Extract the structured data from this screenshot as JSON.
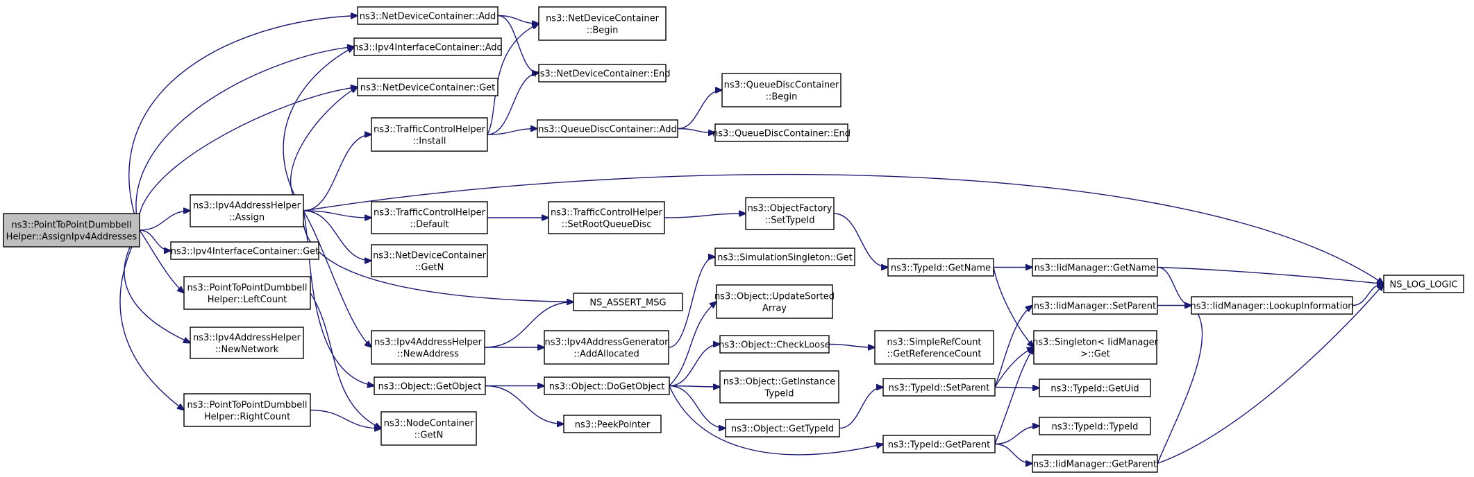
{
  "graph": {
    "title": "",
    "colors": {
      "edge": "#191970",
      "root_fill": "#bfbfbf",
      "node_fill": "#ffffff",
      "border": "#000000"
    },
    "nodes": [
      {
        "id": "root",
        "lines": [
          "ns3::PointToPointDumbbell",
          "Helper::AssignIpv4Addresses"
        ],
        "root": true
      },
      {
        "id": "ndc_add",
        "lines": [
          "ns3::NetDeviceContainer::Add"
        ]
      },
      {
        "id": "ndc_begin",
        "lines": [
          "ns3::NetDeviceContainer",
          "::Begin"
        ]
      },
      {
        "id": "ipv4ic_add",
        "lines": [
          "ns3::Ipv4InterfaceContainer::Add"
        ]
      },
      {
        "id": "ndc_end",
        "lines": [
          "ns3::NetDeviceContainer::End"
        ]
      },
      {
        "id": "ndc_get",
        "lines": [
          "ns3::NetDeviceContainer::Get"
        ]
      },
      {
        "id": "qdc_begin",
        "lines": [
          "ns3::QueueDiscContainer",
          "::Begin"
        ]
      },
      {
        "id": "tch_install",
        "lines": [
          "ns3::TrafficControlHelper",
          "::Install"
        ]
      },
      {
        "id": "qdc_add",
        "lines": [
          "ns3::QueueDiscContainer::Add"
        ]
      },
      {
        "id": "qdc_end",
        "lines": [
          "ns3::QueueDiscContainer::End"
        ]
      },
      {
        "id": "ipv4ah_assign",
        "lines": [
          "ns3::Ipv4AddressHelper",
          "::Assign"
        ]
      },
      {
        "id": "tch_default",
        "lines": [
          "ns3::TrafficControlHelper",
          "::Default"
        ]
      },
      {
        "id": "tch_setroot",
        "lines": [
          "ns3::TrafficControlHelper",
          "::SetRootQueueDisc"
        ]
      },
      {
        "id": "of_settypeid",
        "lines": [
          "ns3::ObjectFactory",
          "::SetTypeId"
        ]
      },
      {
        "id": "ipv4ic_get",
        "lines": [
          "ns3::Ipv4InterfaceContainer::Get"
        ]
      },
      {
        "id": "ndc_getn",
        "lines": [
          "ns3::NetDeviceContainer",
          "::GetN"
        ]
      },
      {
        "id": "sims_get",
        "lines": [
          "ns3::SimulationSingleton::Get"
        ]
      },
      {
        "id": "typeid_getname",
        "lines": [
          "ns3::TypeId::GetName"
        ]
      },
      {
        "id": "iidm_getname",
        "lines": [
          "ns3::IidManager::GetName"
        ]
      },
      {
        "id": "ns_log_logic",
        "lines": [
          "NS_LOG_LOGIC"
        ]
      },
      {
        "id": "ptp_leftcount",
        "lines": [
          "ns3::PointToPointDumbbell",
          "Helper::LeftCount"
        ]
      },
      {
        "id": "ns_assert_msg",
        "lines": [
          "NS_ASSERT_MSG"
        ]
      },
      {
        "id": "obj_updatesorted",
        "lines": [
          "ns3::Object::UpdateSorted",
          "Array"
        ]
      },
      {
        "id": "iidm_setparent",
        "lines": [
          "ns3::IidManager::SetParent"
        ]
      },
      {
        "id": "iidm_lookup",
        "lines": [
          "ns3::IidManager::LookupInformation"
        ]
      },
      {
        "id": "ipv4ah_newnetwork",
        "lines": [
          "ns3::Ipv4AddressHelper",
          "::NewNetwork"
        ]
      },
      {
        "id": "ipv4ah_newaddress",
        "lines": [
          "ns3::Ipv4AddressHelper",
          "::NewAddress"
        ]
      },
      {
        "id": "ipv4ag_addalloc",
        "lines": [
          "ns3::Ipv4AddressGenerator",
          "::AddAllocated"
        ]
      },
      {
        "id": "obj_checkloose",
        "lines": [
          "ns3::Object::CheckLoose"
        ]
      },
      {
        "id": "src_getrefcount",
        "lines": [
          "ns3::SimpleRefCount",
          "::GetReferenceCount"
        ]
      },
      {
        "id": "singleton_get",
        "lines": [
          "ns3::Singleton< IidManager",
          ">::Get"
        ]
      },
      {
        "id": "obj_getobject",
        "lines": [
          "ns3::Object::GetObject"
        ]
      },
      {
        "id": "obj_dogetobject",
        "lines": [
          "ns3::Object::DoGetObject"
        ]
      },
      {
        "id": "obj_getinstancetypeid",
        "lines": [
          "ns3::Object::GetInstance",
          "TypeId"
        ]
      },
      {
        "id": "typeid_setparent",
        "lines": [
          "ns3::TypeId::SetParent"
        ]
      },
      {
        "id": "typeid_getuid",
        "lines": [
          "ns3::TypeId::GetUid"
        ]
      },
      {
        "id": "ptp_rightcount",
        "lines": [
          "ns3::PointToPointDumbbell",
          "Helper::RightCount"
        ]
      },
      {
        "id": "nc_getn",
        "lines": [
          "ns3::NodeContainer",
          "::GetN"
        ]
      },
      {
        "id": "peekpointer",
        "lines": [
          "ns3::PeekPointer"
        ]
      },
      {
        "id": "obj_gettypeid",
        "lines": [
          "ns3::Object::GetTypeId"
        ]
      },
      {
        "id": "typeid_typeid",
        "lines": [
          "ns3::TypeId::TypeId"
        ]
      },
      {
        "id": "typeid_getparent",
        "lines": [
          "ns3::TypeId::GetParent"
        ]
      },
      {
        "id": "iidm_getparent",
        "lines": [
          "ns3::IidManager::GetParent"
        ]
      }
    ],
    "edges": [
      [
        "root",
        "ndc_add"
      ],
      [
        "root",
        "ipv4ic_add"
      ],
      [
        "root",
        "ndc_get"
      ],
      [
        "root",
        "ipv4ah_assign"
      ],
      [
        "root",
        "ipv4ic_get"
      ],
      [
        "root",
        "ptp_leftcount"
      ],
      [
        "root",
        "ipv4ah_newnetwork"
      ],
      [
        "root",
        "ptp_rightcount"
      ],
      [
        "ndc_add",
        "ndc_begin"
      ],
      [
        "ndc_add",
        "ndc_end"
      ],
      [
        "ipv4ah_assign",
        "ipv4ic_add"
      ],
      [
        "ipv4ah_assign",
        "ndc_get"
      ],
      [
        "ipv4ah_assign",
        "tch_install"
      ],
      [
        "ipv4ah_assign",
        "ns_log_logic"
      ],
      [
        "ipv4ah_assign",
        "tch_default"
      ],
      [
        "ipv4ah_assign",
        "ndc_getn"
      ],
      [
        "ipv4ah_assign",
        "ns_assert_msg"
      ],
      [
        "ipv4ah_assign",
        "ipv4ah_newaddress"
      ],
      [
        "ipv4ah_assign",
        "obj_getobject"
      ],
      [
        "tch_install",
        "ndc_begin"
      ],
      [
        "tch_install",
        "ndc_end"
      ],
      [
        "tch_install",
        "qdc_add"
      ],
      [
        "qdc_add",
        "qdc_begin"
      ],
      [
        "qdc_add",
        "qdc_end"
      ],
      [
        "tch_default",
        "tch_setroot"
      ],
      [
        "tch_setroot",
        "of_settypeid"
      ],
      [
        "of_settypeid",
        "typeid_getname"
      ],
      [
        "typeid_getname",
        "iidm_getname"
      ],
      [
        "typeid_getname",
        "singleton_get"
      ],
      [
        "iidm_getname",
        "ns_log_logic"
      ],
      [
        "iidm_getname",
        "iidm_lookup"
      ],
      [
        "iidm_lookup",
        "ns_log_logic"
      ],
      [
        "iidm_setparent",
        "iidm_lookup"
      ],
      [
        "ptp_leftcount",
        "nc_getn"
      ],
      [
        "ptp_rightcount",
        "nc_getn"
      ],
      [
        "ipv4ah_newaddress",
        "ns_assert_msg"
      ],
      [
        "ipv4ah_newaddress",
        "ipv4ag_addalloc"
      ],
      [
        "ipv4ag_addalloc",
        "sims_get"
      ],
      [
        "obj_getobject",
        "obj_dogetobject"
      ],
      [
        "obj_getobject",
        "peekpointer"
      ],
      [
        "obj_dogetobject",
        "obj_updatesorted"
      ],
      [
        "obj_dogetobject",
        "obj_checkloose"
      ],
      [
        "obj_dogetobject",
        "obj_getinstancetypeid"
      ],
      [
        "obj_dogetobject",
        "obj_gettypeid"
      ],
      [
        "obj_dogetobject",
        "typeid_getparent"
      ],
      [
        "obj_checkloose",
        "src_getrefcount"
      ],
      [
        "obj_gettypeid",
        "typeid_setparent"
      ],
      [
        "typeid_setparent",
        "iidm_setparent"
      ],
      [
        "typeid_setparent",
        "singleton_get"
      ],
      [
        "typeid_setparent",
        "typeid_getuid"
      ],
      [
        "typeid_getparent",
        "singleton_get"
      ],
      [
        "typeid_getparent",
        "typeid_typeid"
      ],
      [
        "typeid_getparent",
        "iidm_getparent"
      ],
      [
        "iidm_getparent",
        "iidm_lookup"
      ],
      [
        "iidm_getparent",
        "ns_log_logic"
      ]
    ]
  }
}
